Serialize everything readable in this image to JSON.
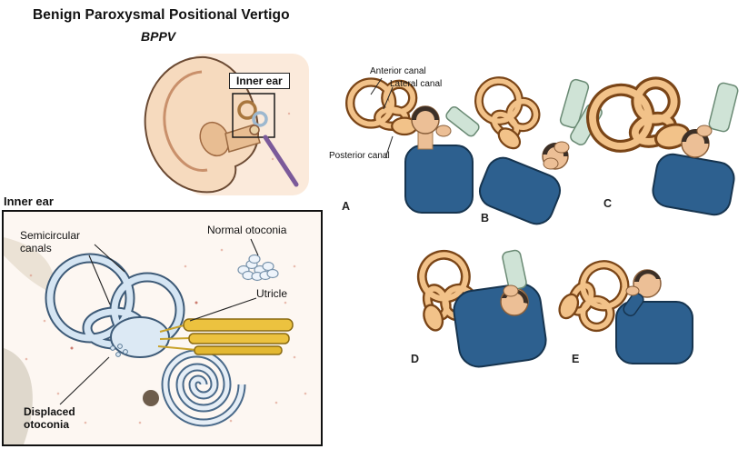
{
  "title": "Benign Paroxysmal Positional Vertigo",
  "subtitle": "BPPV",
  "ear_figure": {
    "callout_label": "Inner ear"
  },
  "inner_ear_box": {
    "heading": "Inner ear",
    "labels": {
      "semicircular_canals": "Semicircular\ncanals",
      "normal_otoconia": "Normal otoconia",
      "utricle": "Utricle",
      "displaced_otoconia": "Displaced\notoconia"
    }
  },
  "maneuver": {
    "canal_labels": {
      "anterior": "Anterior canal",
      "lateral": "Lateral canal",
      "posterior": "Posterior canal"
    },
    "panels": [
      {
        "letter": "A"
      },
      {
        "letter": "B"
      },
      {
        "letter": "C"
      },
      {
        "letter": "D"
      },
      {
        "letter": "E"
      }
    ]
  },
  "colors": {
    "canal_blue": "#d5e5f3",
    "canal_outline": "#3d5a77",
    "labyrinth_orange": "#f2c289",
    "labyrinth_outline": "#7a4517",
    "shirt_blue": "#2d608f",
    "sleeve_green": "#cfe3d6",
    "skin": "#ecbf96",
    "nerve_yellow": "#ecc23f",
    "probe_purple": "#7b5a9a"
  }
}
